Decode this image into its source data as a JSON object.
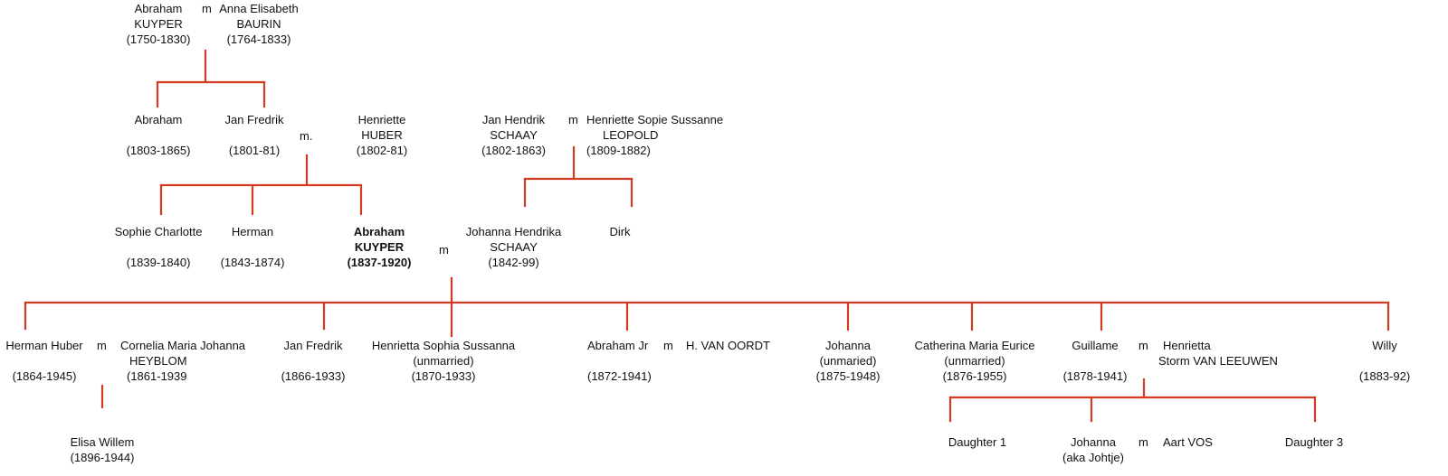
{
  "title": "Kuyper family tree",
  "colors": {
    "line": "#d23a22",
    "text": "#111111",
    "background": "#ffffff"
  },
  "generation1": {
    "husband": {
      "first": "Abraham",
      "last": "KUYPER",
      "dates": "(1750-1830)"
    },
    "marriage": "m",
    "wife": {
      "first": "Anna Elisabeth",
      "last": "BAURIN",
      "dates": "(1764-1833)"
    }
  },
  "generation2": {
    "children": [
      {
        "name": "Abraham",
        "dates": "(1803-1865)"
      },
      {
        "name": "Jan Fredrik",
        "dates": "(1801-81)"
      }
    ],
    "marriage": "m.",
    "spouse": {
      "first": "Henriette",
      "last": "HUBER",
      "dates": "(1802-81)"
    },
    "schaay": {
      "husband": {
        "first": "Jan Hendrik",
        "last": "SCHAAY",
        "dates": "(1802-1863)"
      },
      "marriage": "m",
      "wife": {
        "first": "Henriette Sopie Sussanne",
        "last": "LEOPOLD",
        "dates": "(1809-1882)"
      }
    }
  },
  "generation3": {
    "kuyper_children": [
      {
        "name": "Sophie Charlotte",
        "dates": "(1839-1840)"
      },
      {
        "name": "Herman",
        "dates": "(1843-1874)"
      },
      {
        "first": "Abraham",
        "last": "KUYPER",
        "dates": "(1837-1920)"
      }
    ],
    "marriage": "m",
    "schaay_children": [
      {
        "first": "Johanna Hendrika",
        "last": "SCHAAY",
        "dates": "(1842-99)"
      },
      {
        "name": "Dirk"
      }
    ]
  },
  "generation4": {
    "children": [
      {
        "name": "Herman Huber",
        "dates": "(1864-1945)",
        "marriage": "m",
        "spouse": {
          "first": "Cornelia Maria Johanna",
          "last": "HEYBLOM",
          "dates": "(1861-1939"
        }
      },
      {
        "name": "Jan Fredrik",
        "dates": "(1866-1933)"
      },
      {
        "name": "Henrietta Sophia Sussanna",
        "note": "(unmarried)",
        "dates": "(1870-1933)"
      },
      {
        "name": "Abraham Jr",
        "dates": "(1872-1941)",
        "marriage": "m",
        "spouse": {
          "name": "H. VAN OORDT"
        }
      },
      {
        "name": "Johanna",
        "note": "(unmaried)",
        "dates": "(1875-1948)"
      },
      {
        "name": "Catherina Maria Eurice",
        "note": "(unmarried)",
        "dates": "(1876-1955)"
      },
      {
        "name": "Guillame",
        "dates": "(1878-1941)",
        "marriage": "m",
        "spouse": {
          "first": "Henrietta",
          "last": "Storm VAN LEEUWEN"
        }
      },
      {
        "name": "Willy",
        "dates": "(1883-92)"
      }
    ]
  },
  "generation5": {
    "herman_child": {
      "name": "Elisa Willem",
      "dates": "(1896-1944)"
    },
    "guillame_children": [
      {
        "name": "Daughter 1"
      },
      {
        "name": "Johanna",
        "note": "(aka Johtje)",
        "marriage": "m",
        "spouse": "Aart VOS"
      },
      {
        "name": "Daughter 3"
      }
    ]
  }
}
